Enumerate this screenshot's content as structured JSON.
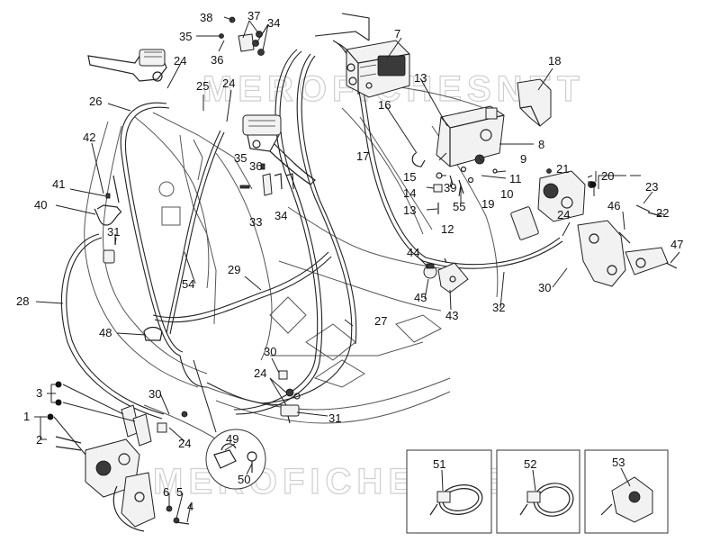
{
  "diagram": {
    "watermark": "MEROFICHESNET",
    "callouts": [
      {
        "id": "c1",
        "text": "1"
      },
      {
        "id": "c2",
        "text": "2"
      },
      {
        "id": "c3",
        "text": "3"
      },
      {
        "id": "c4",
        "text": "4"
      },
      {
        "id": "c5",
        "text": "5"
      },
      {
        "id": "c6",
        "text": "6"
      },
      {
        "id": "c7",
        "text": "7"
      },
      {
        "id": "c8",
        "text": "8"
      },
      {
        "id": "c9",
        "text": "9"
      },
      {
        "id": "c10",
        "text": "10"
      },
      {
        "id": "c11",
        "text": "11"
      },
      {
        "id": "c12",
        "text": "12"
      },
      {
        "id": "c13a",
        "text": "13"
      },
      {
        "id": "c13b",
        "text": "13"
      },
      {
        "id": "c14",
        "text": "14"
      },
      {
        "id": "c15",
        "text": "15"
      },
      {
        "id": "c16",
        "text": "16"
      },
      {
        "id": "c17",
        "text": "17"
      },
      {
        "id": "c18",
        "text": "18"
      },
      {
        "id": "c19",
        "text": "19"
      },
      {
        "id": "c20",
        "text": "20"
      },
      {
        "id": "c21",
        "text": "21"
      },
      {
        "id": "c22",
        "text": "22"
      },
      {
        "id": "c23",
        "text": "23"
      },
      {
        "id": "c24a",
        "text": "24"
      },
      {
        "id": "c24b",
        "text": "24"
      },
      {
        "id": "c24c",
        "text": "24"
      },
      {
        "id": "c24d",
        "text": "24"
      },
      {
        "id": "c24e",
        "text": "24"
      },
      {
        "id": "c25",
        "text": "25"
      },
      {
        "id": "c26",
        "text": "26"
      },
      {
        "id": "c27",
        "text": "27"
      },
      {
        "id": "c28",
        "text": "28"
      },
      {
        "id": "c29",
        "text": "29"
      },
      {
        "id": "c30a",
        "text": "30"
      },
      {
        "id": "c30b",
        "text": "30"
      },
      {
        "id": "c30c",
        "text": "30"
      },
      {
        "id": "c31a",
        "text": "31"
      },
      {
        "id": "c31b",
        "text": "31"
      },
      {
        "id": "c32",
        "text": "32"
      },
      {
        "id": "c33",
        "text": "33"
      },
      {
        "id": "c34a",
        "text": "34"
      },
      {
        "id": "c34b",
        "text": "34"
      },
      {
        "id": "c35a",
        "text": "35"
      },
      {
        "id": "c35b",
        "text": "35"
      },
      {
        "id": "c36a",
        "text": "36"
      },
      {
        "id": "c36b",
        "text": "36"
      },
      {
        "id": "c37",
        "text": "37"
      },
      {
        "id": "c38",
        "text": "38"
      },
      {
        "id": "c39",
        "text": "39"
      },
      {
        "id": "c40",
        "text": "40"
      },
      {
        "id": "c41",
        "text": "41"
      },
      {
        "id": "c42",
        "text": "42"
      },
      {
        "id": "c43",
        "text": "43"
      },
      {
        "id": "c44",
        "text": "44"
      },
      {
        "id": "c45",
        "text": "45"
      },
      {
        "id": "c46",
        "text": "46"
      },
      {
        "id": "c47",
        "text": "47"
      },
      {
        "id": "c48",
        "text": "48"
      },
      {
        "id": "c49",
        "text": "49"
      },
      {
        "id": "c50",
        "text": "50"
      },
      {
        "id": "c51",
        "text": "51"
      },
      {
        "id": "c52",
        "text": "52"
      },
      {
        "id": "c53",
        "text": "53"
      },
      {
        "id": "c54",
        "text": "54"
      },
      {
        "id": "c55",
        "text": "55"
      }
    ]
  }
}
